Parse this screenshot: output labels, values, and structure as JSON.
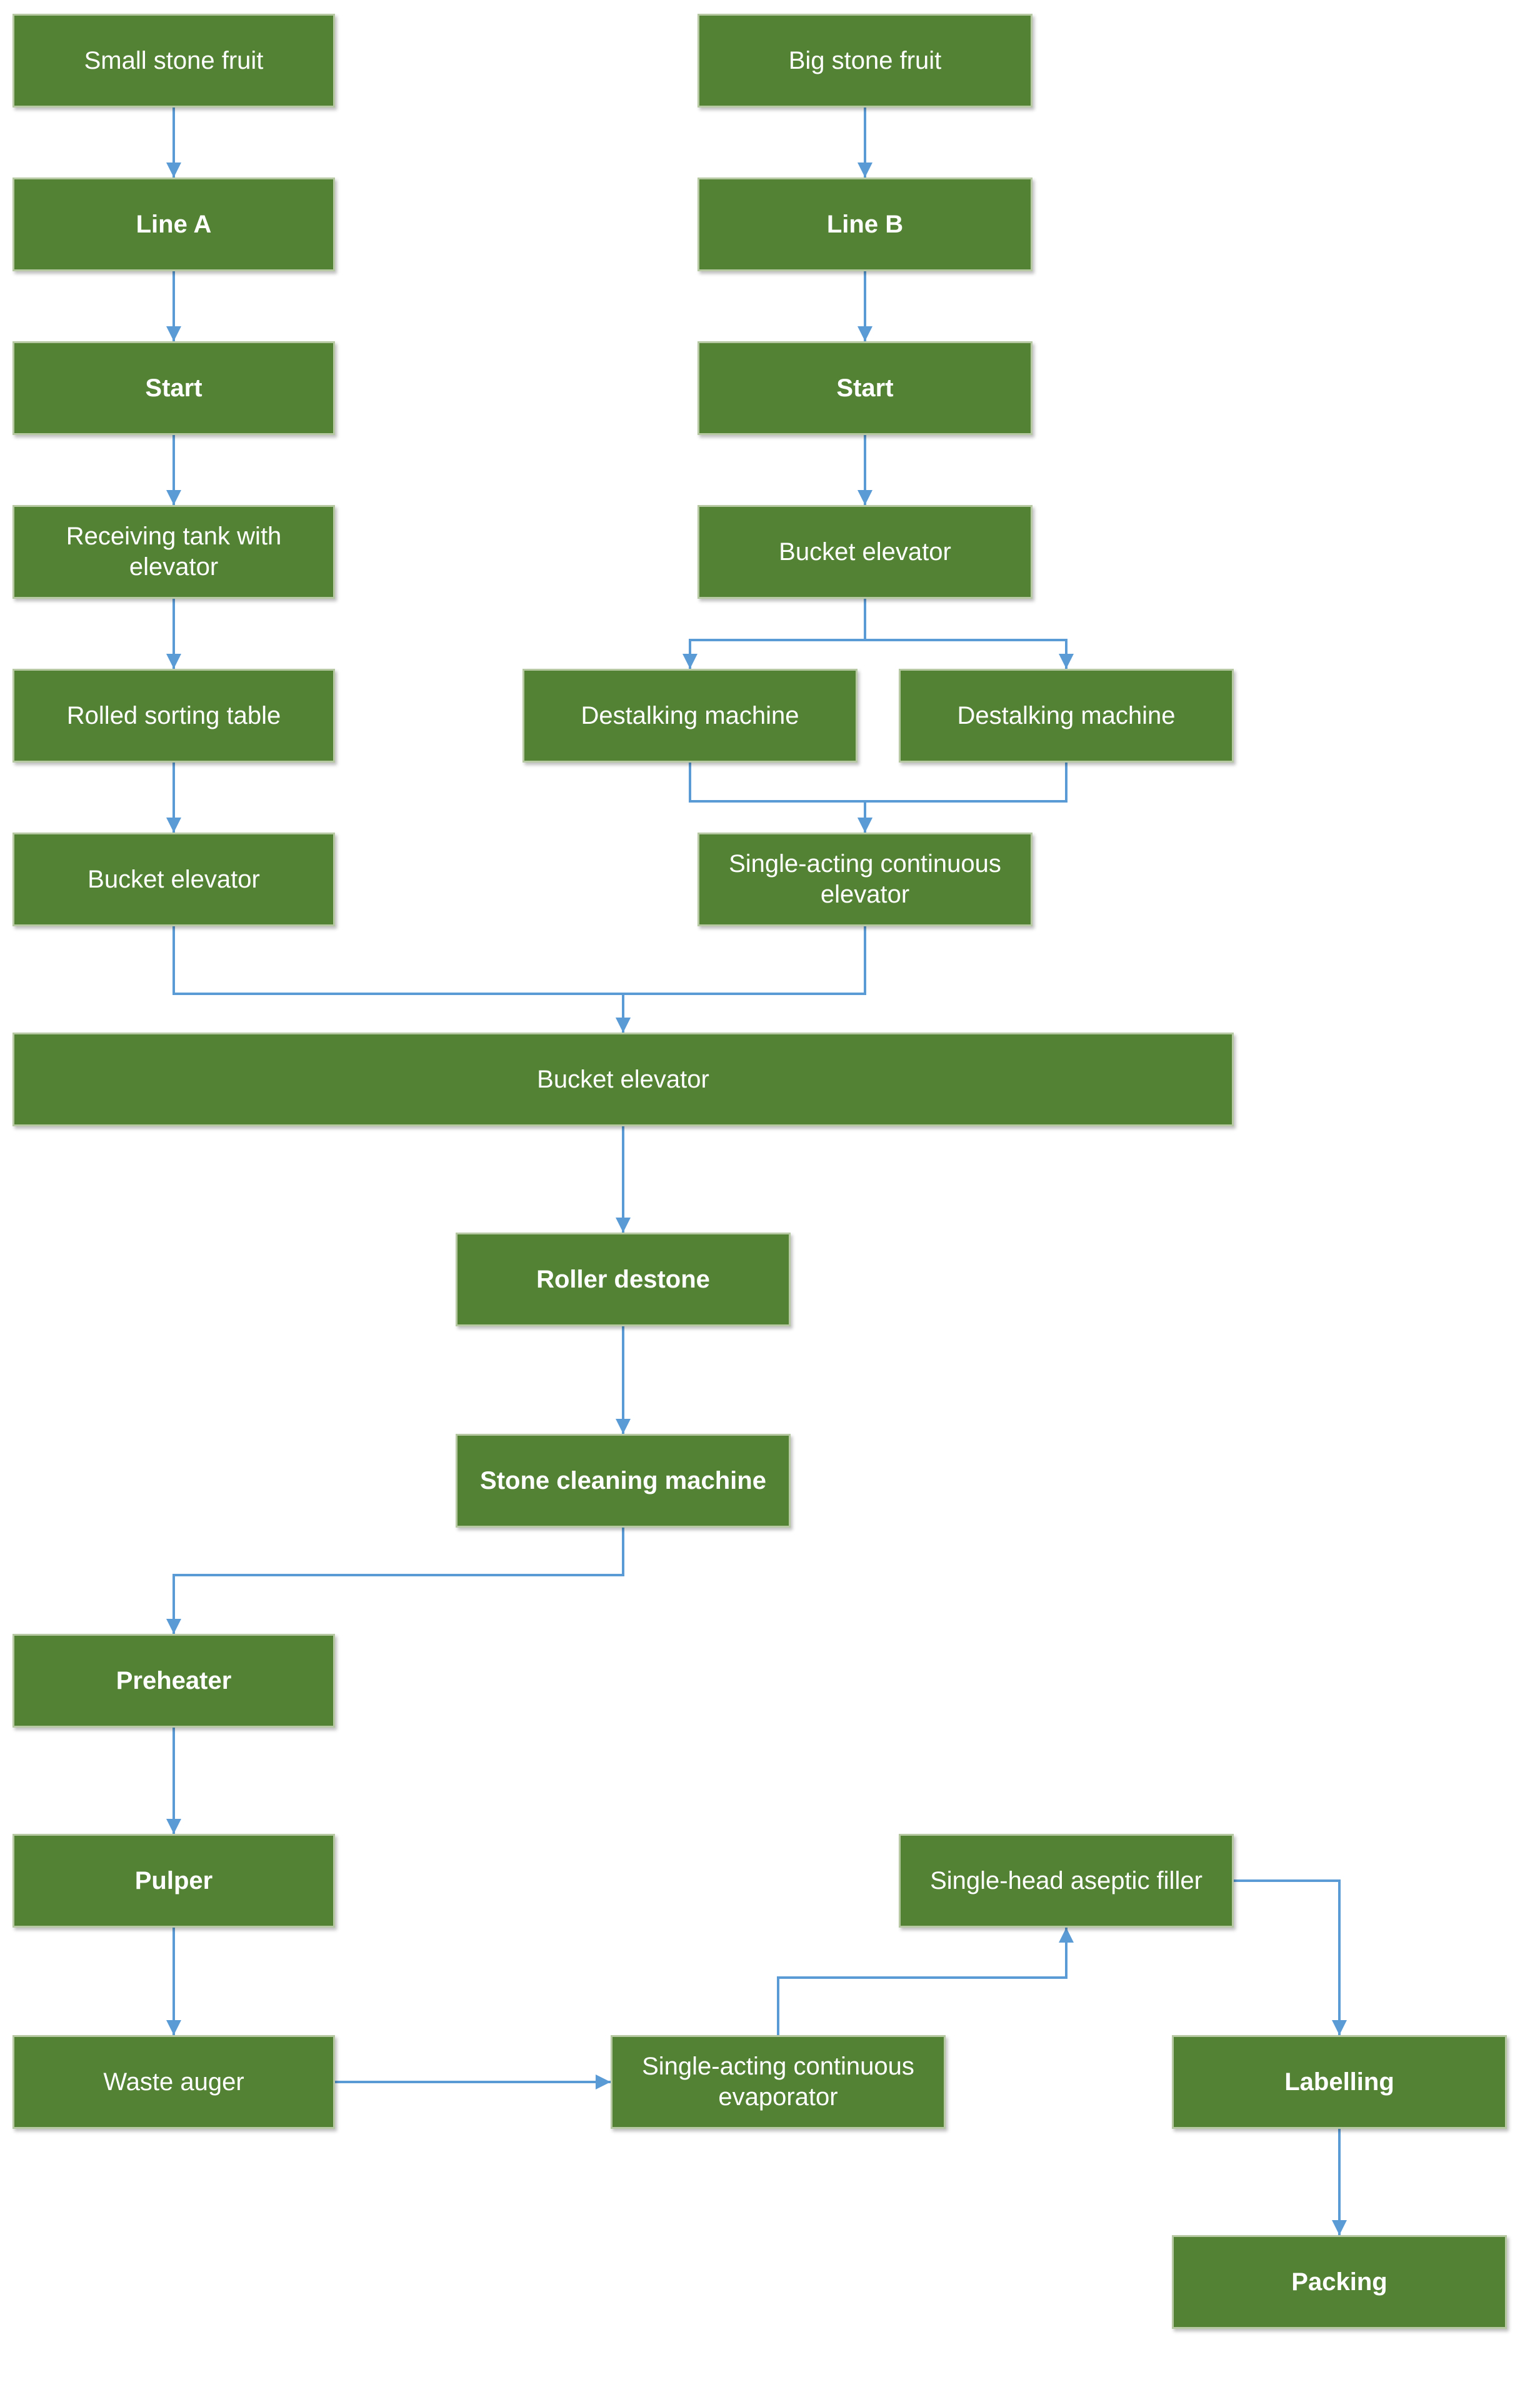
{
  "colors": {
    "node_fill": "#548235",
    "node_border": "#b7c9a3",
    "edge": "#5b9bd5",
    "text": "#ffffff"
  },
  "nodes": [
    {
      "id": "small_stone_fruit",
      "label": "Small stone fruit",
      "bold": false
    },
    {
      "id": "big_stone_fruit",
      "label": "Big stone fruit",
      "bold": false
    },
    {
      "id": "line_a",
      "label": "Line A",
      "bold": true
    },
    {
      "id": "line_b",
      "label": "Line B",
      "bold": true
    },
    {
      "id": "start_a",
      "label": "Start",
      "bold": true
    },
    {
      "id": "start_b",
      "label": "Start",
      "bold": true
    },
    {
      "id": "receiving_tank",
      "label": "Receiving tank with elevator",
      "bold": false
    },
    {
      "id": "bucket_elevator_b",
      "label": "Bucket elevator",
      "bold": false
    },
    {
      "id": "rolled_sorting_table",
      "label": "Rolled sorting table",
      "bold": false
    },
    {
      "id": "destalking_1",
      "label": "Destalking machine",
      "bold": false
    },
    {
      "id": "destalking_2",
      "label": "Destalking machine",
      "bold": false
    },
    {
      "id": "bucket_elevator_a",
      "label": "Bucket elevator",
      "bold": false
    },
    {
      "id": "single_acting_elevator",
      "label": "Single-acting continuous elevator",
      "bold": false
    },
    {
      "id": "bucket_elevator_main",
      "label": "Bucket elevator",
      "bold": false
    },
    {
      "id": "roller_destone",
      "label": "Roller destone",
      "bold": true
    },
    {
      "id": "stone_cleaning",
      "label": "Stone cleaning machine",
      "bold": true
    },
    {
      "id": "preheater",
      "label": "Preheater",
      "bold": true
    },
    {
      "id": "pulper",
      "label": "Pulper",
      "bold": true
    },
    {
      "id": "single_head_filler",
      "label": "Single-head aseptic filler",
      "bold": false
    },
    {
      "id": "waste_auger",
      "label": "Waste auger",
      "bold": false
    },
    {
      "id": "single_acting_evaporator",
      "label": "Single-acting continuous evaporator",
      "bold": false
    },
    {
      "id": "labelling",
      "label": "Labelling",
      "bold": true
    },
    {
      "id": "packing",
      "label": "Packing",
      "bold": true
    }
  ],
  "edges": [
    {
      "from": "small_stone_fruit",
      "to": "line_a"
    },
    {
      "from": "line_a",
      "to": "start_a"
    },
    {
      "from": "start_a",
      "to": "receiving_tank"
    },
    {
      "from": "receiving_tank",
      "to": "rolled_sorting_table"
    },
    {
      "from": "rolled_sorting_table",
      "to": "bucket_elevator_a"
    },
    {
      "from": "bucket_elevator_a",
      "to": "bucket_elevator_main"
    },
    {
      "from": "big_stone_fruit",
      "to": "line_b"
    },
    {
      "from": "line_b",
      "to": "start_b"
    },
    {
      "from": "start_b",
      "to": "bucket_elevator_b"
    },
    {
      "from": "bucket_elevator_b",
      "to": "destalking_1"
    },
    {
      "from": "bucket_elevator_b",
      "to": "destalking_2"
    },
    {
      "from": "destalking_1",
      "to": "single_acting_elevator"
    },
    {
      "from": "destalking_2",
      "to": "single_acting_elevator"
    },
    {
      "from": "single_acting_elevator",
      "to": "bucket_elevator_main"
    },
    {
      "from": "bucket_elevator_main",
      "to": "roller_destone"
    },
    {
      "from": "roller_destone",
      "to": "stone_cleaning"
    },
    {
      "from": "stone_cleaning",
      "to": "preheater"
    },
    {
      "from": "preheater",
      "to": "pulper"
    },
    {
      "from": "pulper",
      "to": "waste_auger"
    },
    {
      "from": "waste_auger",
      "to": "single_acting_evaporator"
    },
    {
      "from": "single_acting_evaporator",
      "to": "single_head_filler"
    },
    {
      "from": "single_head_filler",
      "to": "labelling"
    },
    {
      "from": "labelling",
      "to": "packing"
    }
  ]
}
